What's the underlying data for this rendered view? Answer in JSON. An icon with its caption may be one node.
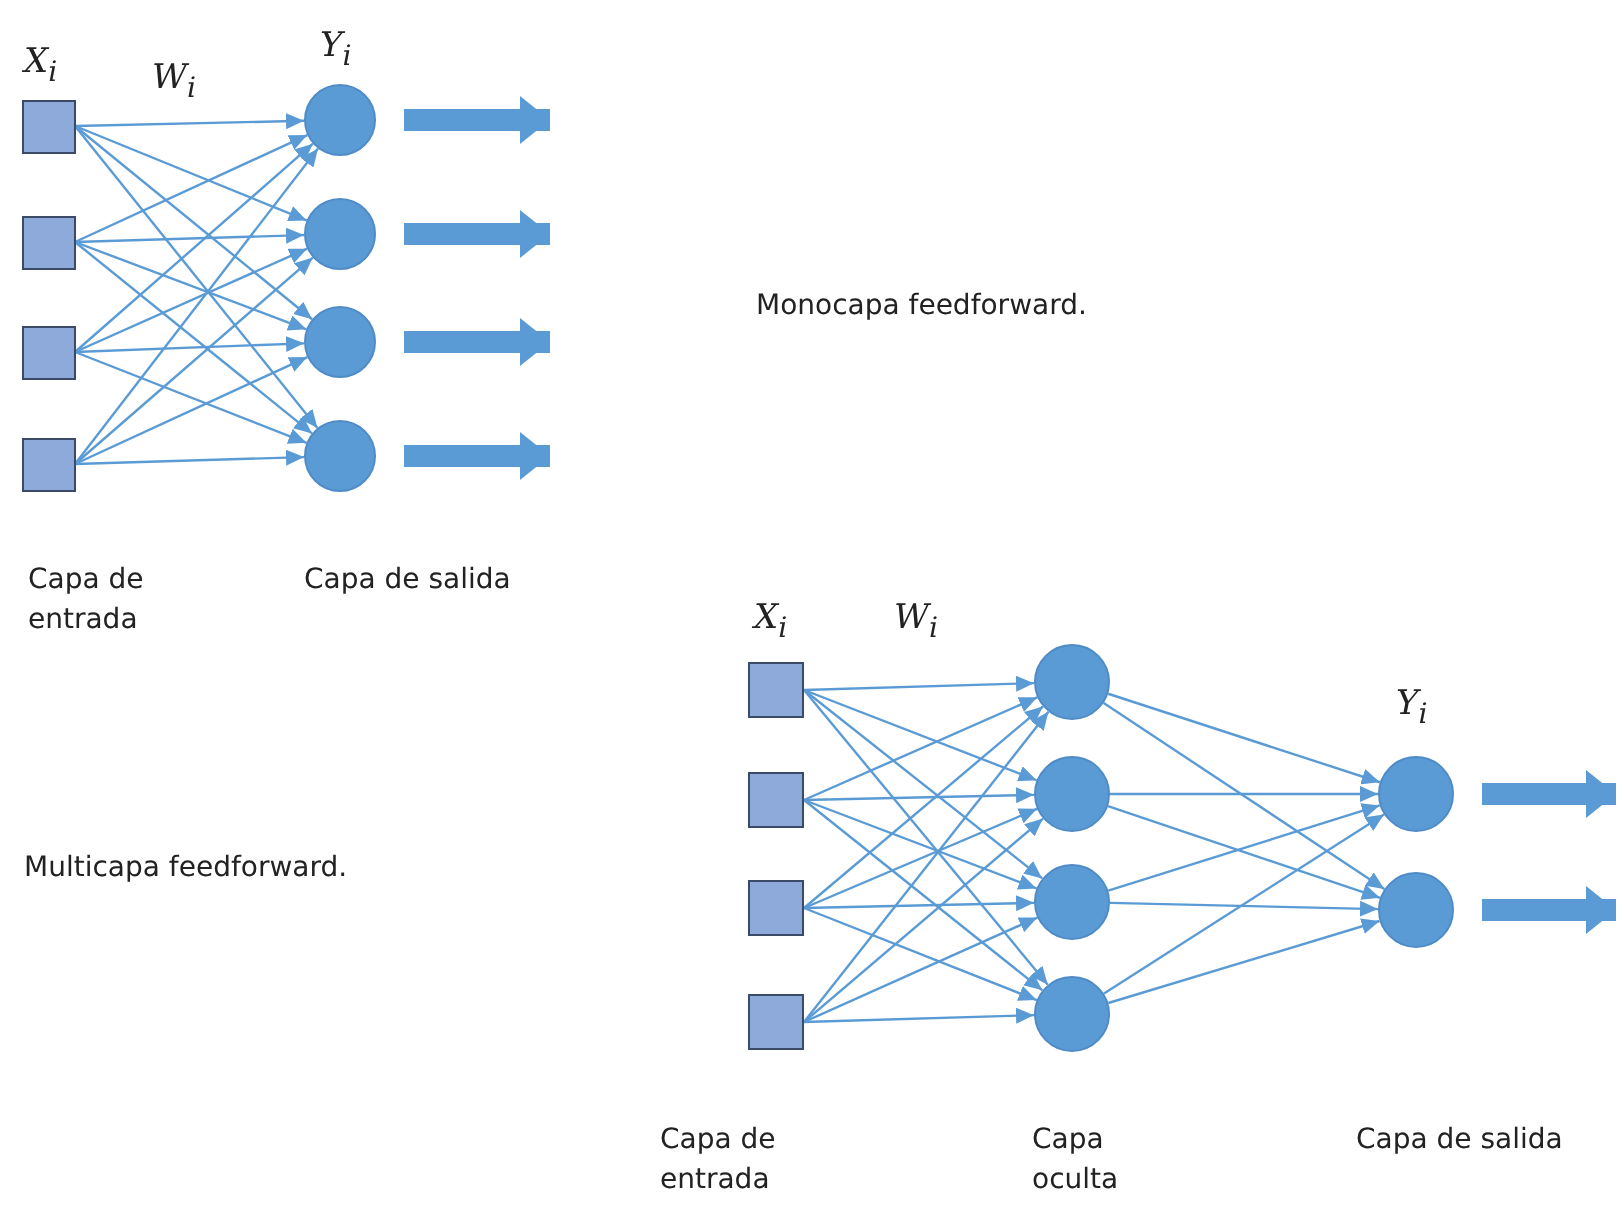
{
  "diagram": {
    "nodes": [
      {
        "text": [],
        "shape": "box"
      },
      {
        "text": [],
        "shape": "box"
      },
      {
        "text": [],
        "shape": "box"
      },
      {
        "text": [],
        "shape": "box"
      },
      {
        "text": [],
        "shape": "circle"
      },
      {
        "text": [],
        "shape": "circle"
      },
      {
        "text": [],
        "shape": "circle"
      },
      {
        "text": [],
        "shape": "circle"
      },
      {
        "text": [],
        "shape": "box"
      },
      {
        "text": [],
        "shape": "box"
      },
      {
        "text": [],
        "shape": "box"
      },
      {
        "text": [],
        "shape": "box"
      },
      {
        "text": [],
        "shape": "circle"
      },
      {
        "text": [],
        "shape": "circle"
      },
      {
        "text": [],
        "shape": "circle"
      },
      {
        "text": [],
        "shape": "circle"
      },
      {
        "text": [],
        "shape": "circle"
      },
      {
        "text": [],
        "shape": "circle"
      }
    ],
    "edges": [
      {
        "from": 0,
        "to": 4,
        "arrow": "to"
      },
      {
        "from": 0,
        "to": 5,
        "arrow": "to"
      },
      {
        "from": 0,
        "to": 6,
        "arrow": "to"
      },
      {
        "from": 0,
        "to": 7,
        "arrow": "to"
      },
      {
        "from": 1,
        "to": 4,
        "arrow": "to"
      },
      {
        "from": 1,
        "to": 5,
        "arrow": "to"
      },
      {
        "from": 1,
        "to": 6,
        "arrow": "to"
      },
      {
        "from": 1,
        "to": 7,
        "arrow": "to"
      },
      {
        "from": 2,
        "to": 4,
        "arrow": "to"
      },
      {
        "from": 2,
        "to": 5,
        "arrow": "to"
      },
      {
        "from": 2,
        "to": 6,
        "arrow": "to"
      },
      {
        "from": 2,
        "to": 7,
        "arrow": "to"
      },
      {
        "from": 3,
        "to": 4,
        "arrow": "to"
      },
      {
        "from": 3,
        "to": 5,
        "arrow": "to"
      },
      {
        "from": 3,
        "to": 6,
        "arrow": "to"
      },
      {
        "from": 3,
        "to": 7,
        "arrow": "to"
      },
      {
        "from": 4,
        "to": null,
        "arrow": "to",
        "style": "thick"
      },
      {
        "from": 5,
        "to": null,
        "arrow": "to",
        "style": "thick"
      },
      {
        "from": 6,
        "to": null,
        "arrow": "to",
        "style": "thick"
      },
      {
        "from": 7,
        "to": null,
        "arrow": "to",
        "style": "thick"
      },
      {
        "from": 8,
        "to": 12,
        "arrow": "to"
      },
      {
        "from": 8,
        "to": 13,
        "arrow": "to"
      },
      {
        "from": 8,
        "to": 14,
        "arrow": "to"
      },
      {
        "from": 8,
        "to": 15,
        "arrow": "to"
      },
      {
        "from": 9,
        "to": 12,
        "arrow": "to"
      },
      {
        "from": 9,
        "to": 13,
        "arrow": "to"
      },
      {
        "from": 9,
        "to": 14,
        "arrow": "to"
      },
      {
        "from": 9,
        "to": 15,
        "arrow": "to"
      },
      {
        "from": 10,
        "to": 12,
        "arrow": "to"
      },
      {
        "from": 10,
        "to": 13,
        "arrow": "to"
      },
      {
        "from": 10,
        "to": 14,
        "arrow": "to"
      },
      {
        "from": 10,
        "to": 15,
        "arrow": "to"
      },
      {
        "from": 11,
        "to": 12,
        "arrow": "to"
      },
      {
        "from": 11,
        "to": 13,
        "arrow": "to"
      },
      {
        "from": 11,
        "to": 14,
        "arrow": "to"
      },
      {
        "from": 11,
        "to": 15,
        "arrow": "to"
      },
      {
        "from": 12,
        "to": 16,
        "arrow": "to"
      },
      {
        "from": 12,
        "to": 17,
        "arrow": "to"
      },
      {
        "from": 13,
        "to": 16,
        "arrow": "to"
      },
      {
        "from": 13,
        "to": 17,
        "arrow": "to"
      },
      {
        "from": 14,
        "to": 16,
        "arrow": "to"
      },
      {
        "from": 14,
        "to": 17,
        "arrow": "to"
      },
      {
        "from": 15,
        "to": 16,
        "arrow": "to"
      },
      {
        "from": 15,
        "to": 17,
        "arrow": "to"
      },
      {
        "from": 16,
        "to": null,
        "arrow": "to",
        "style": "thick"
      },
      {
        "from": 17,
        "to": null,
        "arrow": "to",
        "style": "thick"
      }
    ],
    "labels": [
      "X$_{i}$",
      "W$_{i}$",
      "Y$_{i}$",
      "Monocapa feedforward.",
      "Capa de entrada",
      "Capa de salida",
      "X$_{i}$",
      "W$_{i}$",
      "Y$_{i}$",
      "Multicapa feedforward.",
      "Capa de entrada",
      "Capa oculta",
      "Capa de salida"
    ]
  }
}
